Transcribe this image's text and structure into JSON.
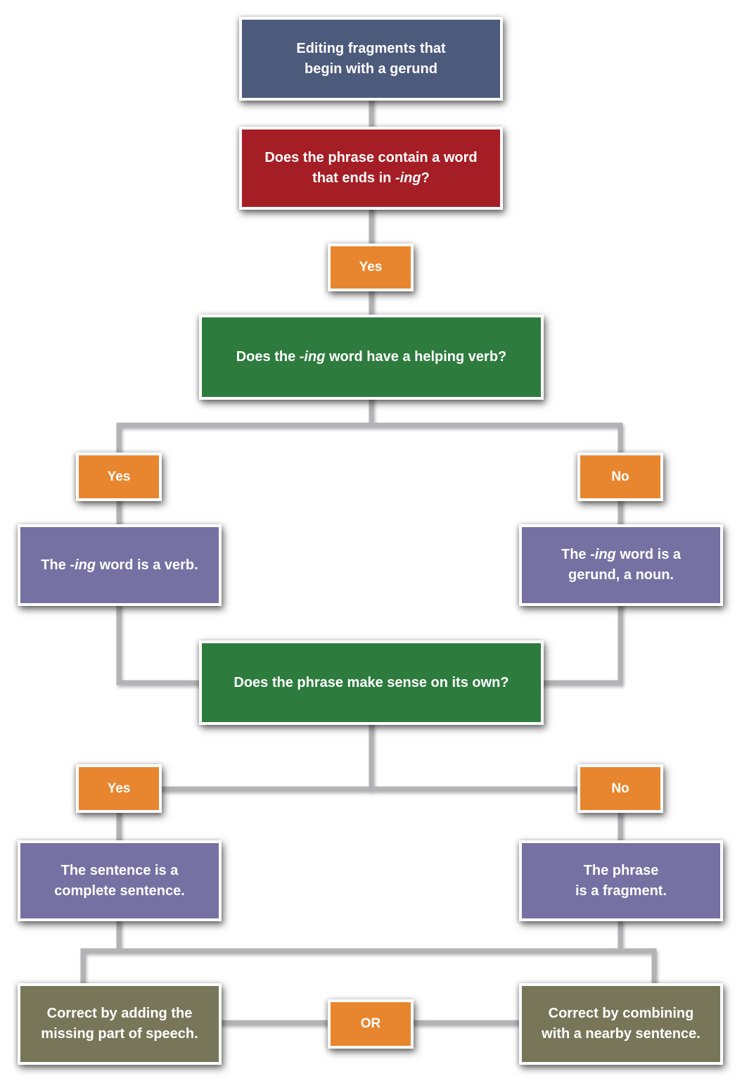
{
  "colors": {
    "navy": "#4C5A7C",
    "red": "#A61E25",
    "orange": "#E8862F",
    "green": "#2E7B3E",
    "purple": "#7571A2",
    "olive": "#787659",
    "connector": "#B3B3B6",
    "text": "#FFFFFF"
  },
  "nodes": {
    "start": {
      "line1": "Editing fragments that",
      "line2": "begin with a gerund"
    },
    "q_ing": {
      "line1": "Does the phrase contain a word",
      "line2_before": "that ends in ",
      "line2_italic": "-ing",
      "line2_after": "?"
    },
    "yes1": {
      "label": "Yes"
    },
    "q_helping": {
      "before": "Does the ",
      "italic": "-ing",
      "after": " word have a helping verb?"
    },
    "yes2": {
      "label": "Yes"
    },
    "no1": {
      "label": "No"
    },
    "verb": {
      "before": "The ",
      "italic": "-ing",
      "after": " word is a verb."
    },
    "gerund": {
      "line1_before": "The ",
      "line1_italic": "-ing",
      "line1_after": " word is a",
      "line2": "gerund, a noun."
    },
    "q_sense": {
      "label": "Does the phrase make sense on its own?"
    },
    "yes3": {
      "label": "Yes"
    },
    "no2": {
      "label": "No"
    },
    "complete": {
      "line1": "The sentence is a",
      "line2": "complete sentence."
    },
    "fragment": {
      "line1": "The phrase",
      "line2": "is a fragment."
    },
    "fix_add": {
      "line1": "Correct by adding the",
      "line2": "missing part of speech."
    },
    "or": {
      "label": "OR"
    },
    "fix_combine": {
      "line1": "Correct by combining",
      "line2": "with a nearby sentence."
    }
  },
  "edges": [
    {
      "from": "start",
      "to": "q_ing"
    },
    {
      "from": "q_ing",
      "to": "q_helping",
      "via": "yes1"
    },
    {
      "from": "q_helping",
      "to": "verb",
      "via": "yes2"
    },
    {
      "from": "q_helping",
      "to": "gerund",
      "via": "no1"
    },
    {
      "from": "verb",
      "to": "q_sense"
    },
    {
      "from": "gerund",
      "to": "q_sense"
    },
    {
      "from": "q_sense",
      "to": "complete",
      "via": "yes3"
    },
    {
      "from": "q_sense",
      "to": "fragment",
      "via": "no2"
    },
    {
      "from": "complete",
      "to": "fix_add"
    },
    {
      "from": "fragment",
      "to": "fix_combine"
    },
    {
      "from": "fix_add",
      "to": "fix_combine",
      "via": "or"
    }
  ]
}
